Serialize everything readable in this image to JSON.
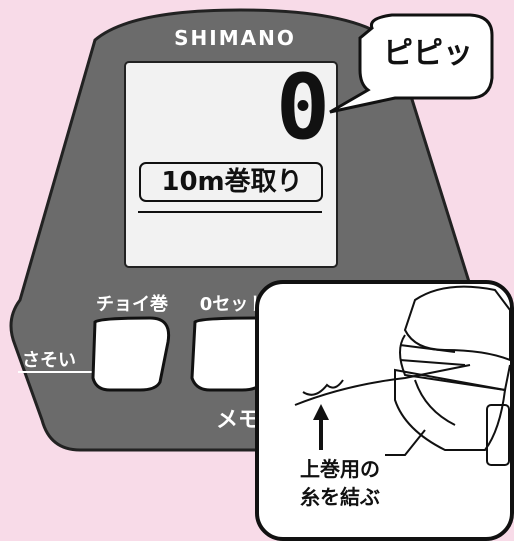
{
  "device": {
    "brand": "SHIMANO",
    "body_color": "#6b6b6b",
    "lcd_color": "#f2f2f2",
    "bg_color": "#f8dbe8"
  },
  "display": {
    "counter": "0",
    "mode_label": "10m巻取り"
  },
  "speech_bubble": {
    "text": "ピピッ"
  },
  "buttons": {
    "chai": {
      "label": "チョイ巻"
    },
    "zero": {
      "label": "0セット"
    },
    "memo": {
      "label": "メモ"
    },
    "sasoi": {
      "label": "さそい"
    }
  },
  "inset": {
    "caption_line1": "上巻用の",
    "caption_line2": "糸を結ぶ"
  }
}
